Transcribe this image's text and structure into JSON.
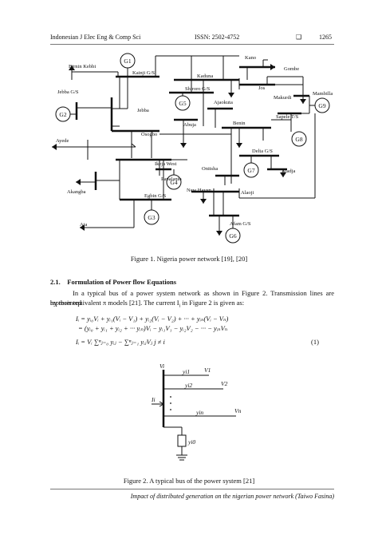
{
  "header": {
    "journal": "Indonesian J Elec Eng & Comp Sci",
    "issn": "ISSN: 2502-4752",
    "page": "1265"
  },
  "figure1": {
    "caption": "Figure 1. Nigeria power network [19], [20]",
    "bus_labels": {
      "birnin_kebbi": "Birnin Kebbi",
      "kainji": "Kainji G/S",
      "kano": "Kano",
      "gombe": "Gombe",
      "kaduna": "Kaduna",
      "jos": "Jos",
      "jebba_gs": "Jebba G/S",
      "shiroro": "Shiroro G/S",
      "ajaokuta": "Ajaokuta",
      "makurdi": "Makurdi",
      "mambilla": "Mambilla",
      "jebba": "Jebba",
      "abuja": "Abuja",
      "benin": "Benin",
      "sapele": "Sapele T/S",
      "osogbo": "Osogbo",
      "ayede": "Ayede",
      "delta": "Delta G/S",
      "ikeja": "Ikeja West",
      "papalanto": "Papalanto",
      "onitsha": "Onitsha",
      "aladja": "Aladja",
      "akangba": "Akangba",
      "new_haven": "New Haven",
      "alaoji": "Alaoji",
      "egbin": "Egbin G/S",
      "aja": "Aja",
      "afam": "Afam G/S"
    },
    "generators": [
      "G1",
      "G2",
      "G3",
      "G4",
      "G5",
      "G6",
      "G7",
      "G8",
      "G9"
    ]
  },
  "section": {
    "number": "2.1.",
    "title": "Formulation of Power flow Equations",
    "paragraph_1": "In a typical bus of a power system network as shown in Figure 2. Transmission lines are represented",
    "paragraph_2": "by their equivalent π models [21]. The current I",
    "paragraph_2_sub": "i",
    "paragraph_2_end": " in Figure 2 is given as:"
  },
  "equations": {
    "line1": "Iᵢ = yᵢ₀Vᵢ + yᵢ₁(Vᵢ − V₁) + yᵢ₂(Vᵢ − V₂) + ··· + yᵢₙ(Vᵢ − Vₙ)",
    "line2": "= (yᵢ₀ + yᵢ₁ + yᵢ₂ + ··· yᵢₙ)Vᵢ − yᵢ₁V₁ − yᵢ₂V₂ − ··· − yᵢₙVₙ",
    "line3": "Iᵢ = Vᵢ ∑ⁿⱼ₌₀ yᵢⱼ − ∑ⁿⱼ₌₁ yᵢⱼVⱼ  j ≠ i",
    "number": "(1)"
  },
  "figure2": {
    "caption": "Figure 2. A typical bus of the power system [21]",
    "labels": {
      "vi": "Vi",
      "v1": "V1",
      "v2": "V2",
      "vn": "Vn",
      "yi1": "yi1",
      "yi2": "yi2",
      "yin": "yin",
      "ii": "Ii",
      "yi0": "yi0"
    }
  },
  "footer": "Impact of distributed generation on the nigerian power network (Taiwo Fasina)"
}
